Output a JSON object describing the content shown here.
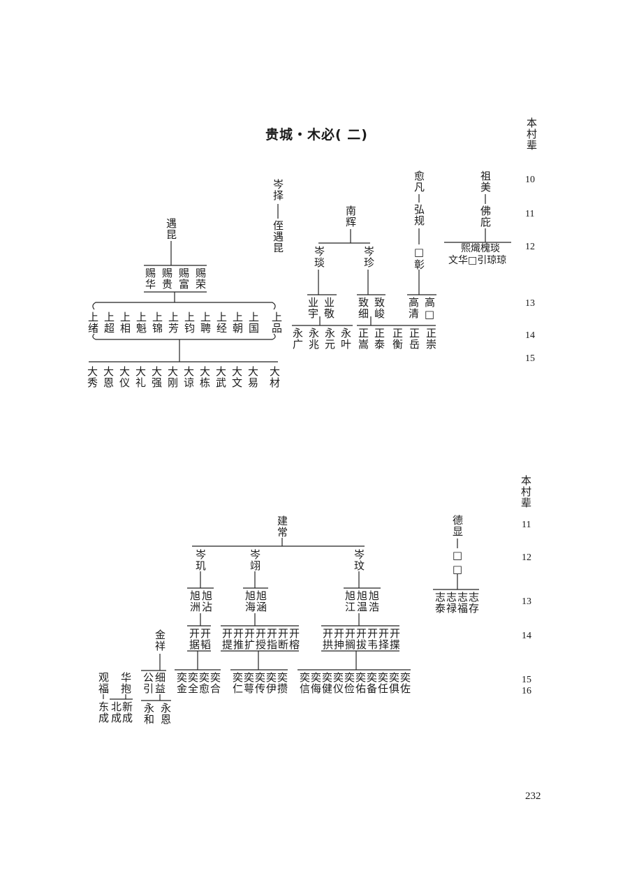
{
  "title": "贵城・木必( 二)",
  "page_number": "232",
  "top": {
    "header": "本村辈",
    "generations": [
      "10",
      "11",
      "12",
      "13",
      "14",
      "15"
    ],
    "left_branch": {
      "root": "遇昆",
      "gen12": [
        "赐华",
        "赐贵",
        "赐富",
        "赐荣"
      ],
      "gen13": [
        "上绪",
        "上超",
        "上相",
        "上魁",
        "上锦",
        "上芳",
        "上钧",
        "上聘",
        "上经",
        "上朝",
        "上国",
        "上品"
      ],
      "gen14": [
        "大秀",
        "大恩",
        "大仪",
        "大礼",
        "大强",
        "大刚",
        "大谅",
        "大栋",
        "大武",
        "大文",
        "大易",
        "大材"
      ]
    },
    "cenze": {
      "a": "岑择",
      "b": "侄遇昆"
    },
    "nanhui": {
      "root": "南辉",
      "sons": [
        "岑琰",
        "岑珍"
      ],
      "yan_sons": [
        "业宇",
        "业敬"
      ],
      "zhen_sons": [
        "致细",
        "致峻"
      ],
      "yan_gs": [
        "永广",
        "永兆",
        "永元",
        "永叶"
      ],
      "zhen_gs": [
        "正嵩",
        "正泰",
        "正衡",
        "正岳",
        "正崇"
      ]
    },
    "yufan": {
      "a": "愈凡",
      "b": "弘规",
      "c": "□彰",
      "d": [
        "高清",
        "高□"
      ]
    },
    "zumei": {
      "a": "祖美",
      "b": "佛庇",
      "c": [
        "熙熾槐琰",
        "文华□引琼琼"
      ]
    }
  },
  "bottom": {
    "header": "本村辈",
    "generations": [
      "11",
      "12",
      "13",
      "14",
      "15",
      "16"
    ],
    "jianchang": {
      "root": "建常",
      "sons": [
        "岑玑",
        "岑翊",
        "岑玟"
      ],
      "ji_sons": [
        "旭洲",
        "旭沾"
      ],
      "yi_sons": [
        "旭海",
        "旭涵"
      ],
      "wen_sons": [
        "旭江",
        "旭温",
        "旭浩"
      ],
      "ji_gs": [
        "开据",
        "开韬"
      ],
      "yi_gs": [
        "开提",
        "开推",
        "开扩",
        "开授",
        "开指",
        "开断",
        "开榕"
      ],
      "wen_gs": [
        "开拱",
        "开抻",
        "开搁",
        "开拔",
        "开韦",
        "开择",
        "开揲"
      ],
      "ji_ggs": [
        "奕金",
        "奕全",
        "奕愈",
        "奕合"
      ],
      "yi_ggs": [
        "奕仁",
        "奕萼",
        "奕传",
        "奕伊",
        "奕攒"
      ],
      "wen_ggs": [
        "奕信",
        "奕侮",
        "奕健",
        "奕仪",
        "奕俭",
        "奕佑",
        "奕备",
        "奕任",
        "奕俱",
        "奕佐"
      ]
    },
    "dexian": {
      "a": "德显",
      "b": "□",
      "c": "□",
      "d": [
        "志泰",
        "志禄",
        "志福",
        "志存"
      ]
    },
    "jinxiang": {
      "a": "金祥",
      "b": [
        "公引",
        "细益"
      ],
      "c": [
        "永和",
        "永恩"
      ]
    },
    "guan": {
      "a": "观福",
      "b": [
        "东成"
      ]
    },
    "hua": {
      "a": "华抱",
      "b": [
        "北成",
        "新成"
      ]
    }
  }
}
